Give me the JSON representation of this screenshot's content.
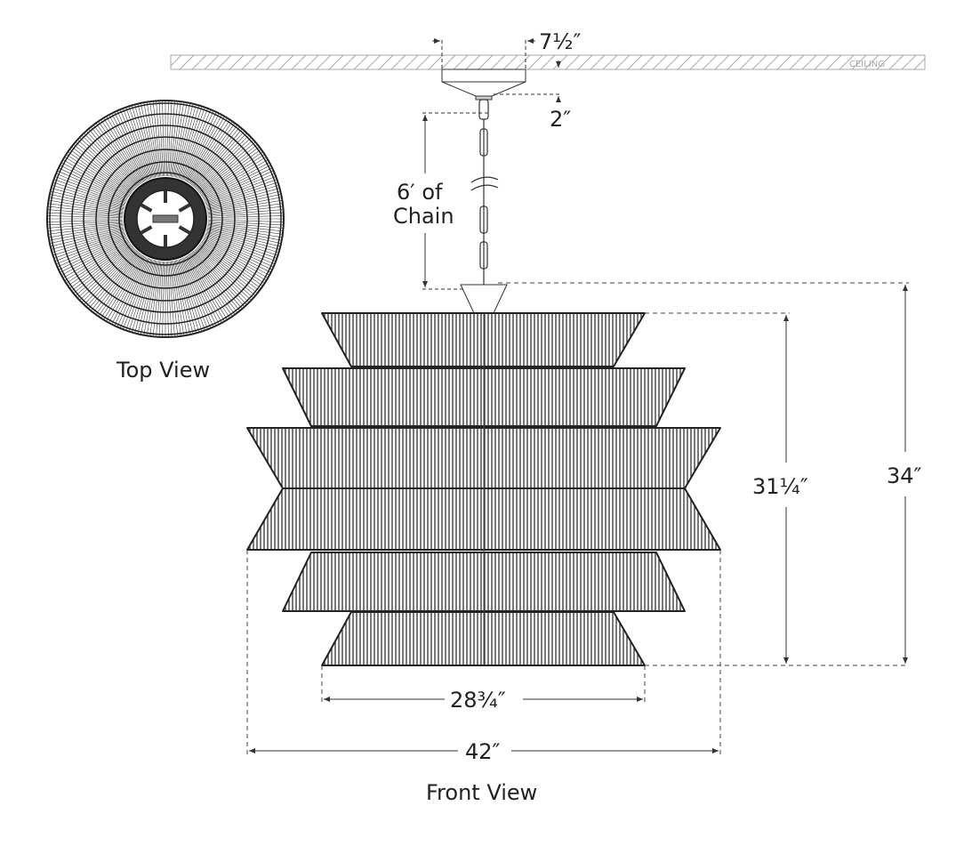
{
  "ceiling_label": "CEILING",
  "dimensions": {
    "canopy_width": "7½″",
    "canopy_height": "2″",
    "chain_line1": "6′ of",
    "chain_line2": "Chain",
    "shade_height": "31¼″",
    "overall_height": "34″",
    "top_bottom_width": "28¾″",
    "max_width": "42″"
  },
  "views": {
    "top": "Top View",
    "front": "Front View"
  },
  "colors": {
    "line": "#333333",
    "dim": "#555555"
  }
}
